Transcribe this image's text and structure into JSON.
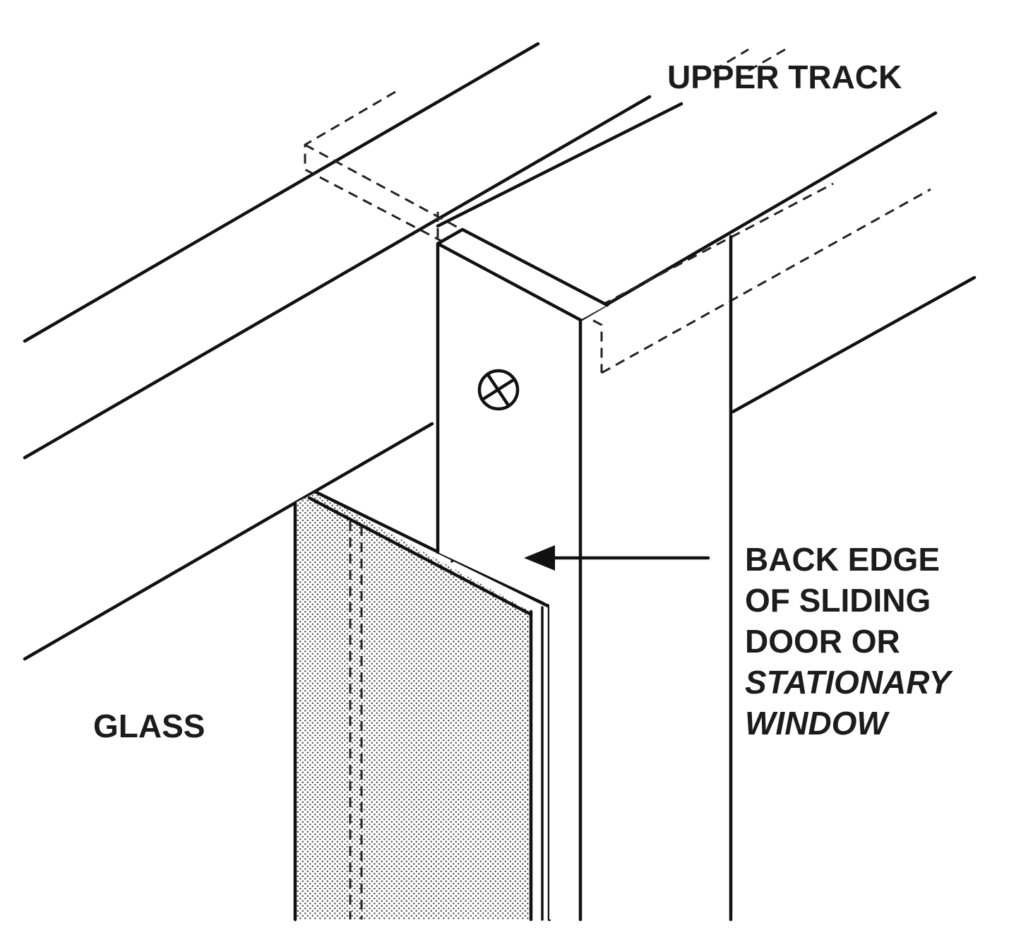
{
  "labels": {
    "upper_track": "UPPER TRACK",
    "back_edge": {
      "line1": "BACK EDGE",
      "line2": "OF SLIDING",
      "line3": "DOOR OR",
      "line4": "STATIONARY",
      "line5": "WINDOW"
    },
    "glass": "GLASS"
  },
  "colors": {
    "ink": "#111111",
    "background": "#ffffff",
    "glass_dots": "#555555"
  },
  "icons": {
    "screw": "phillips-screw-icon",
    "arrow": "left-arrow-icon"
  }
}
